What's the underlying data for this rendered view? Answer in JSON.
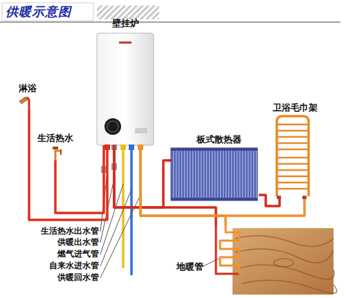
{
  "diagram": {
    "title": "供暖示意图",
    "nodes": [
      {
        "text": [
          "壁挂炉"
        ]
      },
      {
        "text": [
          "淋浴"
        ]
      },
      {
        "text": [
          "生活热水"
        ]
      },
      {
        "text": [
          "板式散热器"
        ]
      },
      {
        "text": [
          "卫浴毛巾架"
        ]
      },
      {
        "text": [
          "地暖管"
        ]
      }
    ],
    "edges": [
      {
        "from": 0,
        "to": 1,
        "arrow": "none"
      },
      {
        "from": 0,
        "to": 2,
        "arrow": "none"
      },
      {
        "from": 0,
        "to": 3,
        "arrow": "none"
      },
      {
        "from": 3,
        "to": 4,
        "arrow": "none"
      },
      {
        "from": 4,
        "to": 0,
        "arrow": "none"
      },
      {
        "from": 0,
        "to": 5,
        "arrow": "none"
      },
      {
        "from": 5,
        "to": 0,
        "arrow": "none"
      }
    ],
    "labels": [
      "生活热水出水管",
      "供暖出水管",
      "燃气进气管",
      "自来水进水管",
      "供暖回水管"
    ]
  }
}
